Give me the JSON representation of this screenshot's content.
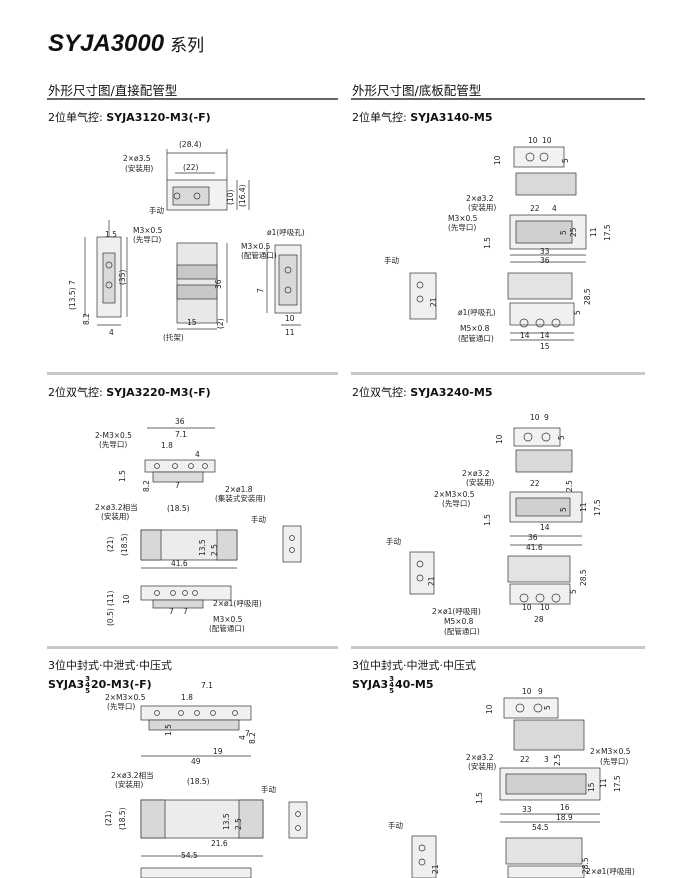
{
  "header": {
    "series": "SYJA3000",
    "suffix": "系列"
  },
  "left_section": {
    "title": "外形尺寸图/直接配管型"
  },
  "right_section": {
    "title": "外形尺寸图/底板配管型"
  },
  "blocks": {
    "l1": {
      "label": "2位单气控: ",
      "model": "SYJA3120-M3(-F)"
    },
    "r1": {
      "label": "2位单气控: ",
      "model": "SYJA3140-M5"
    },
    "l2": {
      "label": "2位双气控: ",
      "model": "SYJA3220-M3(-F)"
    },
    "r2": {
      "label": "2位双气控: ",
      "model": "SYJA3240-M5"
    },
    "l3": {
      "label": "3位中封式·中泄式·中压式",
      "model_pre": "SYJA3",
      "frac_top": "3",
      "frac_mid": "4",
      "frac_bot": "5",
      "model_post": "20-M3(-F)"
    },
    "r3": {
      "label": "3位中封式·中泄式·中压式",
      "model_pre": "SYJA3",
      "frac_top": "3",
      "frac_mid": "4",
      "frac_bot": "5",
      "model_post": "40-M5"
    }
  },
  "callouts": {
    "mount_hole_35": "2×ø3.5",
    "mount_use": "(安装用)",
    "manual": "手动",
    "pilot_m3": "M3×0.5",
    "pilot_port": "(先导口)",
    "breather_1": "ø1(呼吸孔)",
    "pilot_m3_b": "M3×0.5",
    "piping_port": "(配管通口)",
    "bracket": "(托架)",
    "mount_hole_32": "2×ø3.2",
    "breather_plain": "ø1(呼吸孔)",
    "m5": "M5×0.8",
    "m3x2": "2-M3×0.5",
    "bleed18": "2×ø1.8",
    "manifold_mount": "(集装式安装用)",
    "mount_hole_32eq": "2×ø3.2相当",
    "breather_use2": "2×ø1(呼吸用)",
    "m3x2b": "2×M3×0.5",
    "breather_use2b": "2×ø1(呼吸用)"
  },
  "dims": {
    "d28_4": "(28.4)",
    "d22p": "(22)",
    "d10p": "(10)",
    "d16_4": "(16.4)",
    "d1_5": "1.5",
    "d35p": "(35)",
    "d13_5": "(13.5)",
    "d7": "7",
    "d8_2": "8.2",
    "d4": "4",
    "d36": "36",
    "d15": "15",
    "d2p": "(2)",
    "d11": "11",
    "d10": "10",
    "d5": "5",
    "d22": "22",
    "d25": "25",
    "d17_5": "17.5",
    "d33": "33",
    "d28_5": "28.5",
    "d21": "21",
    "d14": "14",
    "d9": "9",
    "d1_8": "1.8",
    "d7_1": "7.1",
    "d18_5p": "(18.5)",
    "d21p": "(21)",
    "d13_5b": "13.5",
    "d41_6": "41.6",
    "d0_5p": "(0.5)",
    "d11p": "(11)",
    "d2_5": "2.5",
    "d28": "28",
    "d19": "19",
    "d49": "49",
    "d21_6": "21.6",
    "d54_5": "54.5",
    "d3": "3",
    "d16": "16",
    "d18_9": "18.9",
    "d11b": "11"
  }
}
